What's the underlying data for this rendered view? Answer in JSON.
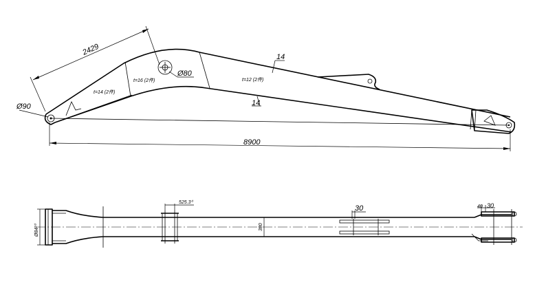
{
  "side_view": {
    "dim_length_top": "2429",
    "dim_pin_diameter": "Ø90",
    "dim_mid_hole": "Ø80",
    "plate_1": "t=14 (2件)",
    "plate_2": "t=16 (2件)",
    "plate_3": "t=12 (2件)",
    "thickness_top": "14",
    "thickness_bottom": "14",
    "dim_overall_length": "8900"
  },
  "plan_view": {
    "dim_end_width": "Ø84²⁰",
    "dim_mid_width": "525.3⁰",
    "dim_height": "380",
    "dim_plate_a": "30",
    "dim_end_a": "40",
    "dim_end_b": "30"
  }
}
